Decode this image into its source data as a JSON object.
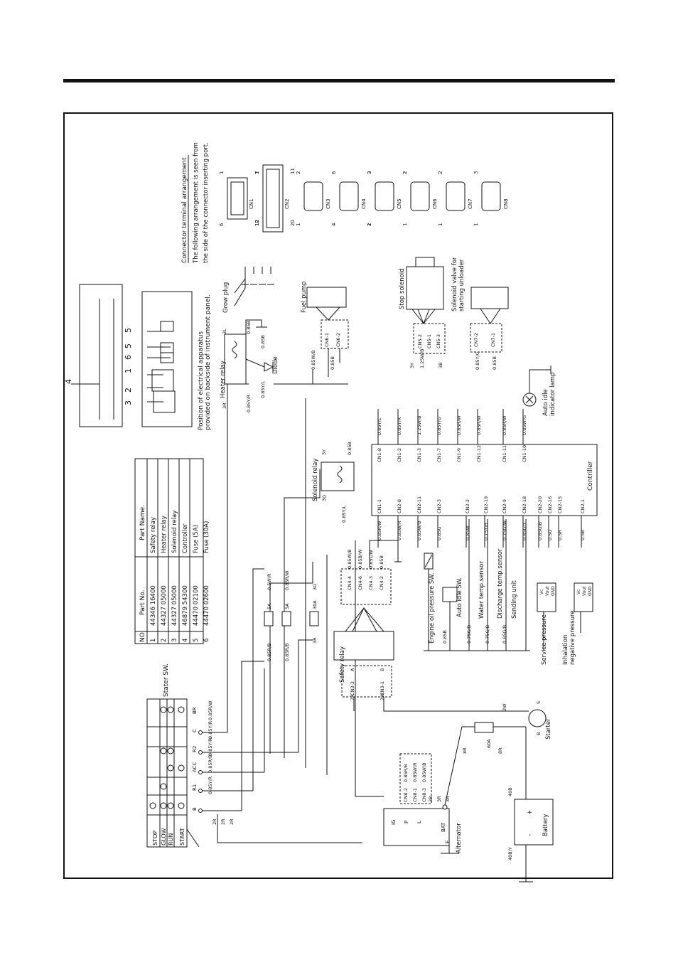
{
  "switch": {
    "title": "Stater SW.",
    "positions": [
      "STOP",
      "GLOW",
      "RUN",
      "START"
    ],
    "terminals": [
      "B",
      "R1",
      "ACC",
      "R2",
      "C",
      "BR"
    ]
  },
  "parts_table": {
    "headers": [
      "NO.",
      "Part No.",
      "Part Name."
    ],
    "rows": [
      [
        "1",
        "44346 16400",
        "Safety relay"
      ],
      [
        "2",
        "44327 05000",
        "Heater relay"
      ],
      [
        "3",
        "44327 05000",
        "Solenoid relay"
      ],
      [
        "4",
        "46879 54300",
        "Controller"
      ],
      [
        "5",
        "44470 02100",
        "Fuse (5A)"
      ],
      [
        "6",
        "44470 02600",
        "Fuse (30A)"
      ]
    ]
  },
  "panel": {
    "caption_1": "Position of electrical apparatus",
    "caption_2": "provided on backside of instrument panel.",
    "callouts": [
      "4",
      "3",
      "2",
      "1",
      "6",
      "5",
      "5"
    ]
  },
  "connector_info": {
    "title": "Connector terminal arrangement",
    "line_1": "The following arrangement is seen from",
    "line_2": "the side of the connector inserting port.",
    "connectors": [
      {
        "name": "CN1",
        "a": "6",
        "b": "1",
        "c": "12",
        "d": "7"
      },
      {
        "name": "CN2",
        "a": "10",
        "b": "1",
        "c": "20",
        "d": "11"
      },
      {
        "name": "CN3",
        "a": "1",
        "b": "2",
        "c": "",
        "d": ""
      },
      {
        "name": "CN4",
        "a": "4",
        "b": "6",
        "c": "2",
        "d": "3"
      },
      {
        "name": "CN5",
        "a": "1",
        "b": "3",
        "c": "",
        "d": "2"
      },
      {
        "name": "CN6",
        "a": "1",
        "b": "2",
        "c": "",
        "d": ""
      },
      {
        "name": "CN7",
        "a": "1",
        "b": "2",
        "c": "",
        "d": ""
      },
      {
        "name": "CN8",
        "a": "1",
        "b": "3",
        "c": "",
        "d": ""
      }
    ]
  },
  "components": {
    "controller": "Contriller",
    "safety_relay": "Safety relay",
    "heater_relay": "Heater relay",
    "solenoid_relay": "Solenoid relay",
    "diode": "Diode",
    "fuel_pump": "Fuel pump",
    "stop_solenoid": "Stop solenoid",
    "unloader_1": "Solenoid valve for",
    "unloader_2": "starting unloader",
    "auto_idle_lamp_1": "Auto idle",
    "auto_idle_lamp_2": "indicator lamp",
    "glow_plug": "Grow plug",
    "engine_oil_sw": "Engine oil pressure SW.",
    "auto_idle_sw": "Auto idle SW.",
    "water_temp": "Water temp.sensor",
    "discharge_temp": "Discharge temp.sensor",
    "sending_unit": "Sending unit",
    "service_pressure": "Service pressure",
    "inhalation_1": "Inhalation",
    "inhalation_2": "negative pressure",
    "alternator": "Alternator",
    "battery": "Battery",
    "starter": "Starter"
  },
  "wires": {
    "sw_b": [
      "2R",
      "2R",
      "2R"
    ],
    "sw_r1": [
      "0.85Y/R"
    ],
    "sw_acc": [
      "0.85R/B",
      "0.85Y/R"
    ],
    "sw_r2": [
      "0.85Y/R"
    ],
    "sw_c": [
      "0.85R/W"
    ],
    "fuse_5a_1": [
      "5A",
      "0.5W/R",
      "0.85R/B"
    ],
    "fuse_5a_2": [
      "5A",
      "0.85R/W",
      "0.85R/B"
    ],
    "fuse_30a": [
      "30A",
      "3G",
      "3R"
    ],
    "safety_pins": [
      "CN4-4",
      "CN4-6",
      "CN4-3",
      "CN4-2"
    ],
    "safety_wires": [
      "0.85W/B",
      "0.85B/W",
      "0.85L/W",
      "0.85B"
    ],
    "cn3": [
      "CN3-2",
      "A",
      "CN3-1",
      "B"
    ],
    "cn8": [
      "CN8-2",
      "0.85R/B",
      "CN8-1",
      "0.85W/R",
      "CN8-3",
      "0.85W/B"
    ],
    "ctrl_top": [
      "CN1-8",
      "CN1-2",
      "CN1-3",
      "CN1-7",
      "CN1-9",
      "CN1-12",
      "CN1-11",
      "CN1-10"
    ],
    "ctrl_top_w": [
      "0.85Y/L",
      "0.85Y/R",
      "1.25W/B",
      "0.85Y/G",
      "0.85R/W",
      "0.85R/W",
      "0.85R/W",
      "0.85W/G"
    ],
    "ctrl_bot": [
      "CN1-1",
      "CN2-8",
      "CN2-11",
      "CN2-3",
      "CN2-2",
      "CN2-19",
      "CN2-9",
      "CN2-18",
      "CN2-20",
      "CN2-16",
      "CN2-15",
      "CN2-1"
    ],
    "ctrl_bot_w": [
      "0.85R/W",
      "0.85W/R",
      "0.85W/B",
      "0.85G",
      "0.85W",
      "0.75Y/B",
      "0.75G/W",
      "0.85G/Y",
      "0.85G/B",
      "0.5G",
      "0.5R",
      "0.5B"
    ],
    "heater": [
      "3R",
      "3L",
      "0.85B",
      "0.85B",
      "0.85Y/R",
      "0.85Y/L",
      "0.85W/B",
      "0.85B"
    ],
    "solenoid": [
      "3G",
      "3Y",
      "0.85B",
      "0.85Y/L"
    ],
    "cn6": [
      "CN6-1",
      "CN6-2"
    ],
    "cn5": [
      "CN5-2",
      "CN5-1",
      "CN5-3",
      "3Y",
      "1.25W/B",
      "3B"
    ],
    "cn7": [
      "CN7-2",
      "CN7-1",
      "0.85Y/G",
      "0.85B"
    ],
    "sensor_wires": [
      "0.85B",
      "0.75G/B",
      "0.75G/B",
      "0.85G/B"
    ],
    "sensor_pins": [
      "Vc",
      "Vout",
      "GND"
    ],
    "alternator_pins": [
      "IG",
      "P",
      "L",
      "BAT",
      "E"
    ],
    "alt_wires": [
      "3R",
      "3R",
      "3R",
      "8R",
      "8R",
      "60A"
    ],
    "battery_wires": [
      "40B",
      "40B/Y",
      "+",
      "-"
    ],
    "starter_pins": [
      "S",
      "B",
      "2W",
      "2R",
      "2W"
    ]
  }
}
